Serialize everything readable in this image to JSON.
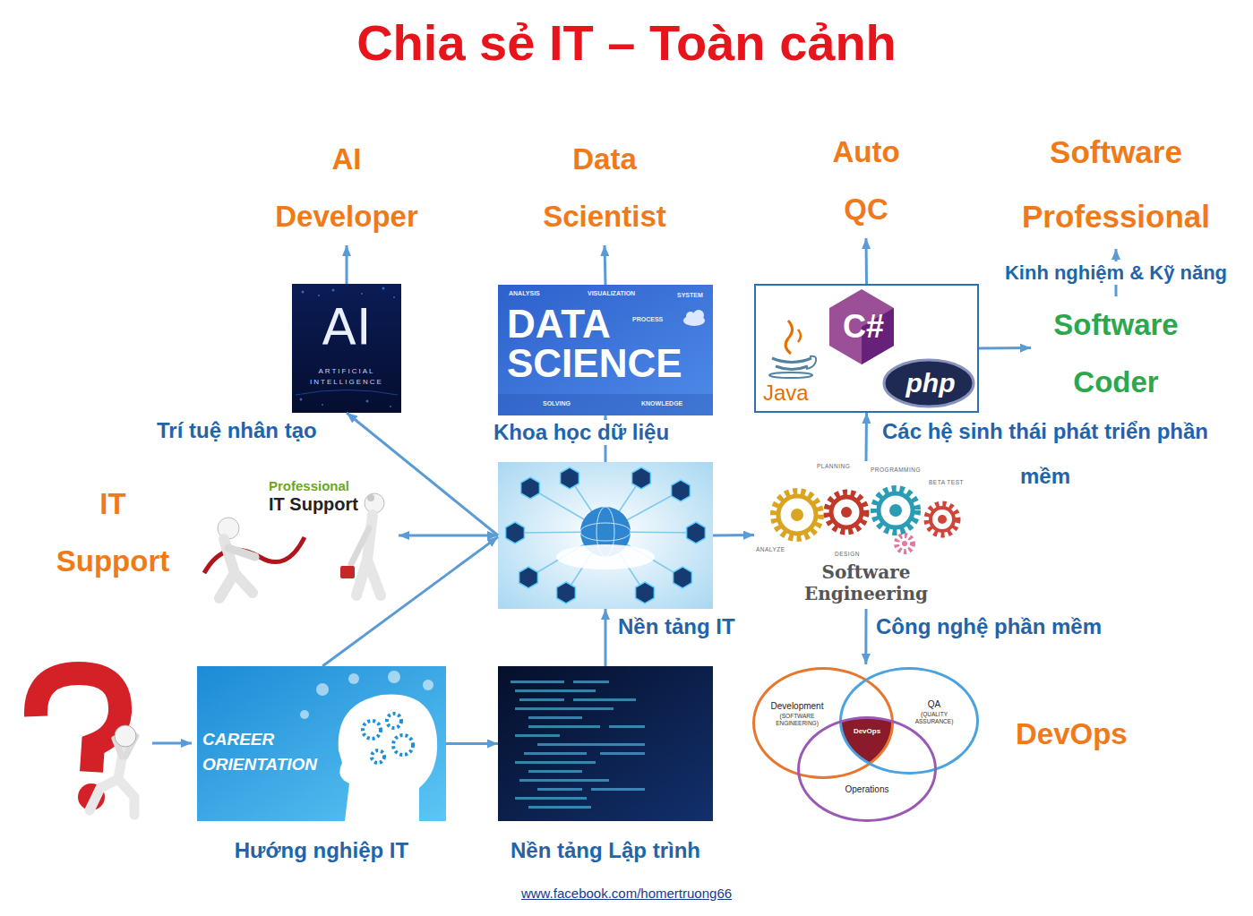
{
  "diagram": {
    "title": "Chia sẻ IT – Toàn cảnh",
    "nodes": [
      {
        "text": [
          "AI Developer"
        ]
      },
      {
        "text": [
          "Data Scientist"
        ]
      },
      {
        "text": [
          "Auto QC"
        ]
      },
      {
        "text": [
          "Software Professional"
        ]
      },
      {
        "text": [
          "AI",
          "ARTIFICIAL INTELLIGENCE",
          "Trí tuệ nhân tạo"
        ]
      },
      {
        "text": [
          "ANALYSIS",
          "VISUALIZATION",
          "SYSTEM",
          "PROCESS",
          "DATA SCIENCE",
          "SOLVING",
          "KNOWLEDGE",
          "Khoa học dữ liệu"
        ]
      },
      {
        "text": [
          "C#",
          "Java",
          "php",
          "Các hệ sinh thái phát triển phần mềm"
        ]
      },
      {
        "text": [
          "Software Coder"
        ]
      },
      {
        "text": [
          "IT Support",
          "Professional",
          "IT Support"
        ]
      },
      {
        "text": [
          "Nền tảng IT"
        ]
      },
      {
        "text": [
          "PLANNING",
          "PROGRAMMING",
          "BETA TEST",
          "ANALYZE",
          "DESIGN",
          "Software Engineering",
          "Công nghệ phần mềm"
        ]
      },
      {
        "text": [
          "CAREER ORIENTATION",
          "Hướng nghiệp IT"
        ]
      },
      {
        "text": [
          "Nền tảng Lập trình"
        ]
      },
      {
        "text": [
          "DevOps"
        ]
      },
      {
        "text": [
          "Development",
          "(SOFTWARE ENGINEERING)"
        ],
        "in": 13
      },
      {
        "text": [
          "QA",
          "(QUALITY ASSURANCE)"
        ],
        "in": 13
      },
      {
        "text": [
          "Operations"
        ],
        "in": 13
      }
    ],
    "edges": [
      {
        "from": 4,
        "to": 0,
        "arrow": "to"
      },
      {
        "from": 5,
        "to": 1,
        "arrow": "to"
      },
      {
        "from": 6,
        "to": 2,
        "arrow": "to"
      },
      {
        "from": 6,
        "to": 7,
        "arrow": "to"
      },
      {
        "from": 7,
        "to": 3,
        "label": "Kinh nghiệm & Kỹ năng",
        "arrow": "to"
      },
      {
        "from": 9,
        "to": 4,
        "arrow": "to"
      },
      {
        "from": 9,
        "to": 8,
        "arrow": "both"
      },
      {
        "from": 9,
        "to": 5,
        "arrow": "to"
      },
      {
        "from": 9,
        "to": 10,
        "arrow": "to"
      },
      {
        "from": 10,
        "to": 6,
        "arrow": "to"
      },
      {
        "from": 10,
        "to": 13,
        "arrow": "to"
      },
      {
        "from": 12,
        "to": 9,
        "arrow": "to"
      },
      {
        "from": 11,
        "to": 12,
        "arrow": "to"
      },
      {
        "from": 11,
        "to": 9,
        "arrow": "to"
      }
    ],
    "labels": [
      "www.facebook.com/homertruong66",
      "DevOps"
    ]
  }
}
